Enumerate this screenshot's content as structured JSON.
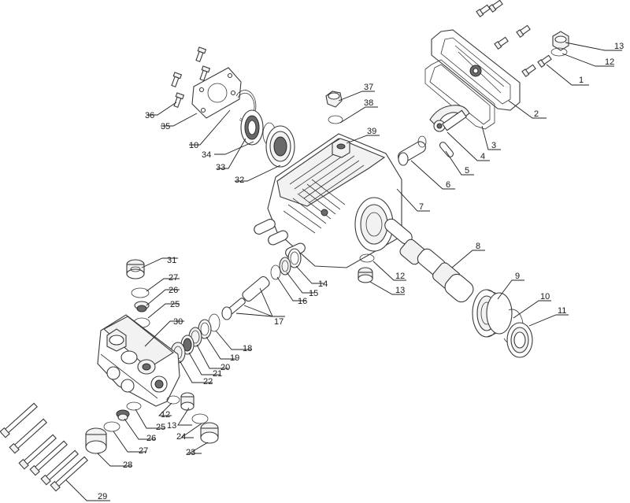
{
  "callouts": {
    "c1": "1",
    "c2": "2",
    "c3": "3",
    "c4": "4",
    "c5": "5",
    "c6": "6",
    "c7": "7",
    "c8": "8",
    "c9": "9",
    "c10a": "10",
    "c10b": "10",
    "c11": "11",
    "c12a": "12",
    "c12b": "12",
    "c12c": "12",
    "c13a": "13",
    "c13b": "13",
    "c13c": "13",
    "c14": "14",
    "c15": "15",
    "c16": "16",
    "c17": "17",
    "c18": "18",
    "c19": "19",
    "c20": "20",
    "c21": "21",
    "c22": "22",
    "c23": "23",
    "c24": "24",
    "c25a": "25",
    "c25b": "25",
    "c26a": "26",
    "c26b": "26",
    "c27a": "27",
    "c27b": "27",
    "c28": "28",
    "c29": "29",
    "c30": "30",
    "c31": "31",
    "c32": "32",
    "c33": "33",
    "c34": "34",
    "c35": "35",
    "c36": "36",
    "c37": "37",
    "c38": "38",
    "c39": "39"
  }
}
